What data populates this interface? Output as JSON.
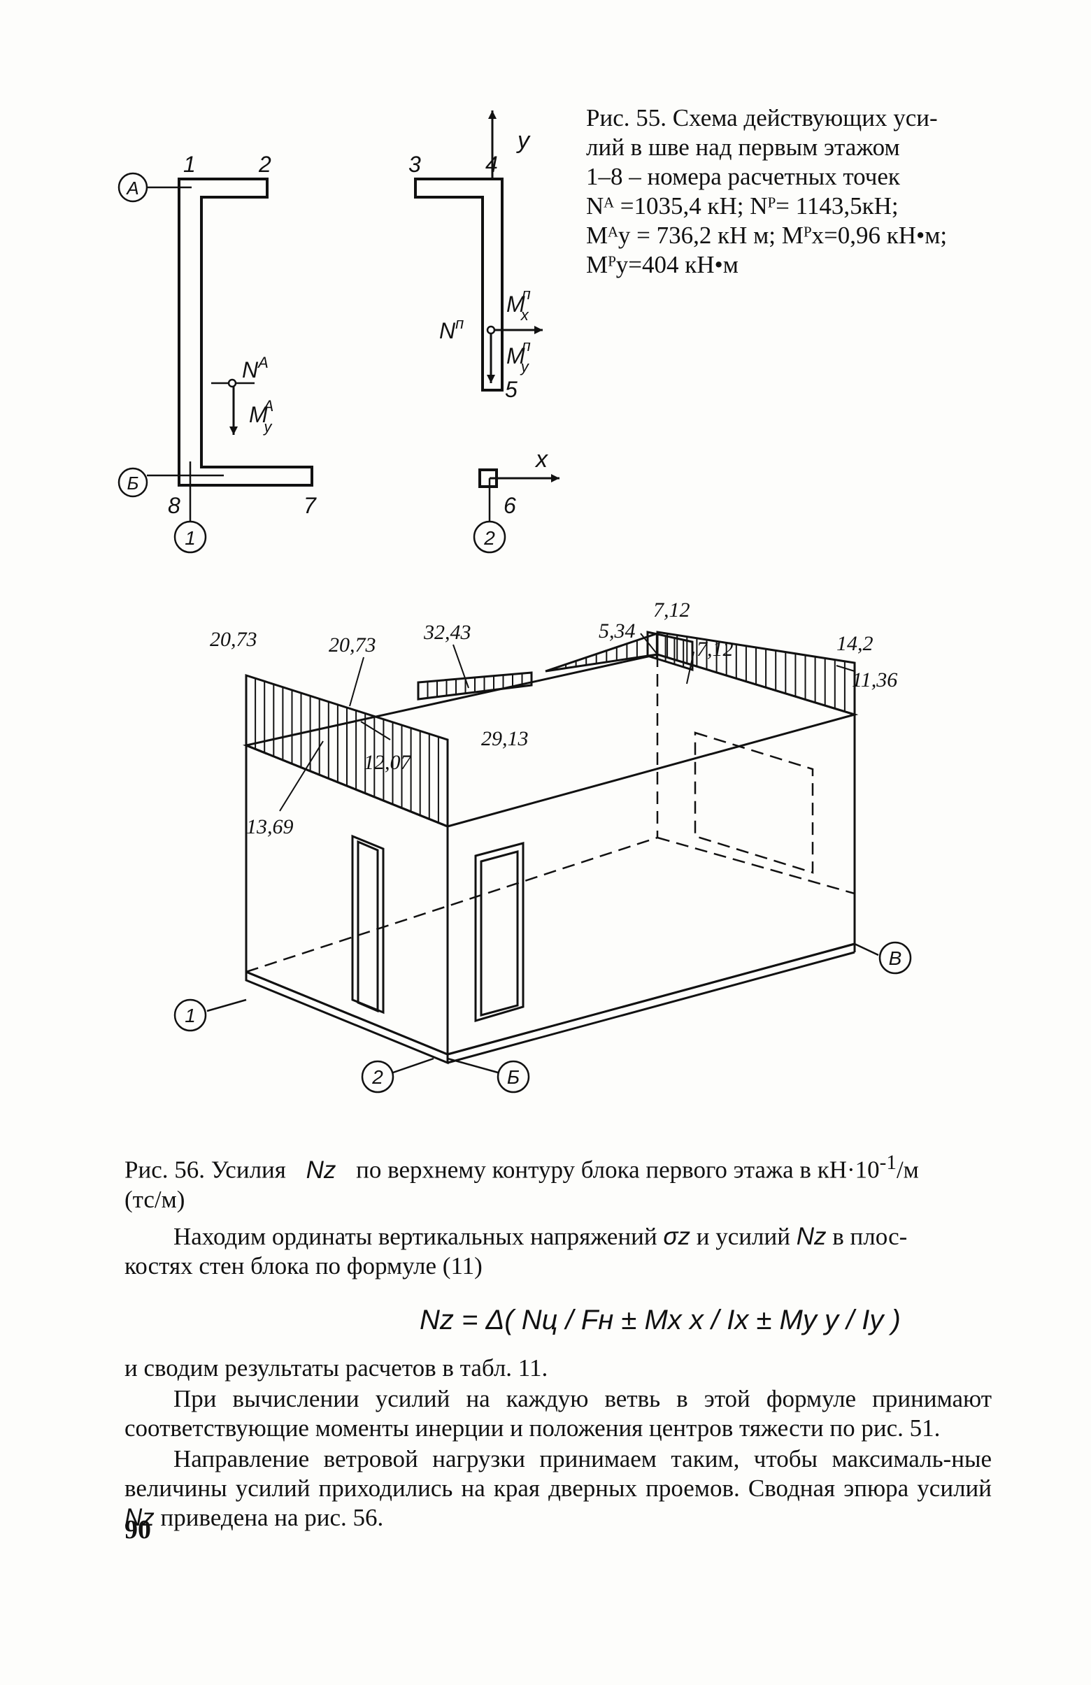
{
  "figure55": {
    "caption_lines": [
      "Рис. 55. Схема действующих уси-",
      "лий в шве над первым этажом",
      "1–8 – номера расчетных точек",
      "Nᴬ =1035,4 кН; Nᴾ= 1143,5кН;",
      "Mᴬy = 736,2 кН м; Mᴾx=0,96 кН•м;",
      "Mᴾy=404 кН•м"
    ],
    "axis_y": "y",
    "axis_x": "x",
    "axis_labels": {
      "A": "А",
      "B": "Б",
      "one": "1",
      "two": "2"
    },
    "points": [
      "1",
      "2",
      "3",
      "4",
      "5",
      "6",
      "7",
      "8"
    ],
    "force_left": "N",
    "force_left_sup": "А",
    "moment_left": "M",
    "moment_left_sub": "y",
    "moment_left_sup": "А",
    "force_right": "N",
    "force_right_sup": "п",
    "moment_rx": "M",
    "moment_rx_sub": "x",
    "moment_rx_sup": "п",
    "moment_ry": "M",
    "moment_ry_sub": "y",
    "moment_ry_sup": "п"
  },
  "figure56": {
    "values": [
      "20,73",
      "20,73",
      "32,43",
      "5,34",
      "7,12",
      "7,12",
      "14,2",
      "11,36",
      "12,07",
      "29,13",
      "13,69"
    ],
    "axis_labels": {
      "one": "1",
      "two": "2",
      "B": "Б",
      "V": "В"
    },
    "caption_a": "Рис. 56. Усилия",
    "caption_sym": "Nz",
    "caption_b": "по верхнему контуру блока первого этажа в кН·10",
    "caption_exp": "-1",
    "caption_c": "/м",
    "caption_line2": "(тс/м)"
  },
  "text": {
    "p1_a": "Находим ординаты вертикальных напряжений",
    "p1_sym1": "σz",
    "p1_b": "и усилий",
    "p1_sym2": "Nz",
    "p1_c": "в плос-",
    "p1_line2": "костях стен блока по формуле (11)",
    "formula": "Nz = Δ( Nц / Fн ± Mx x / Ix ± My y / Iy )",
    "p2": "и сводим результаты расчетов в табл. 11.",
    "p3": "При вычислении усилий на каждую ветвь в этой формуле принимают соответствующие моменты инерции и положения центров тяжести по рис. 51.",
    "p4_a": "Направление ветровой нагрузки принимаем таким, чтобы максималь-ные величины усилий приходились на края дверных проемов. Сводная эпюра усилий",
    "p4_sym": "Nz",
    "p4_b": "приведена на рис. 56."
  },
  "page_number": "90"
}
